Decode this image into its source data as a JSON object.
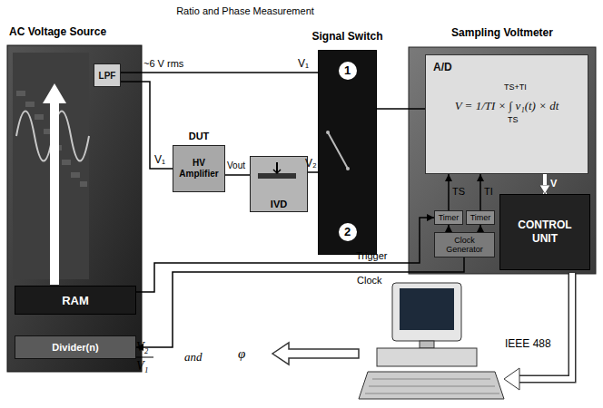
{
  "diagram": {
    "title": "Ratio and Phase Measurement",
    "nodes": [
      {
        "text": [
          "AC Voltage Source"
        ]
      },
      {
        "text": [
          "LPF"
        ],
        "in": 0
      },
      {
        "text": [
          "RAM"
        ],
        "in": 0
      },
      {
        "text": [
          "Divider(n)"
        ],
        "in": 0
      },
      {
        "text": [
          "DUT",
          "HV Amplifier"
        ]
      },
      {
        "text": [
          "IVD"
        ]
      },
      {
        "text": [
          "Signal Switch",
          "1",
          "2"
        ]
      },
      {
        "text": [
          "Sampling Voltmeter"
        ]
      },
      {
        "text": [
          "A/D",
          "V = 1/TI × ∫ v₁(t) × dt"
        ],
        "in": 7
      },
      {
        "text": [
          "Timer"
        ],
        "in": 7
      },
      {
        "text": [
          "Timer"
        ],
        "in": 7
      },
      {
        "text": [
          "Clock Generator"
        ],
        "in": 7
      },
      {
        "text": [
          "CONTROL UNIT"
        ],
        "in": 7
      }
    ],
    "edges": [
      {
        "from": 1,
        "to": 6,
        "arrow": "none",
        "label": "~6 V rms"
      },
      {
        "from": 1,
        "to": 4,
        "arrow": "none"
      },
      {
        "from": 4,
        "to": 5,
        "arrow": "none"
      },
      {
        "from": 5,
        "to": 6,
        "arrow": "none"
      },
      {
        "from": 6,
        "to": 8,
        "arrow": "none"
      },
      {
        "from": 2,
        "to": 9,
        "arrow": "to",
        "label": "Trigger"
      },
      {
        "from": 11,
        "to": 3,
        "arrow": "to",
        "label": "Clock"
      },
      {
        "from": 11,
        "to": 9,
        "arrow": "to"
      },
      {
        "from": 11,
        "to": 10,
        "arrow": "to"
      },
      {
        "from": 9,
        "to": 8,
        "arrow": "to",
        "label": "TS"
      },
      {
        "from": 10,
        "to": 8,
        "arrow": "to",
        "label": "TI"
      },
      {
        "from": 8,
        "to": 12,
        "arrow": "to",
        "label": "V"
      }
    ],
    "labels": [
      "V₁",
      "V₁",
      "Vout",
      "V₂",
      "TS+TI",
      "TS",
      "IEEE 488",
      "V₂",
      "V₁",
      "and",
      "φ"
    ]
  }
}
